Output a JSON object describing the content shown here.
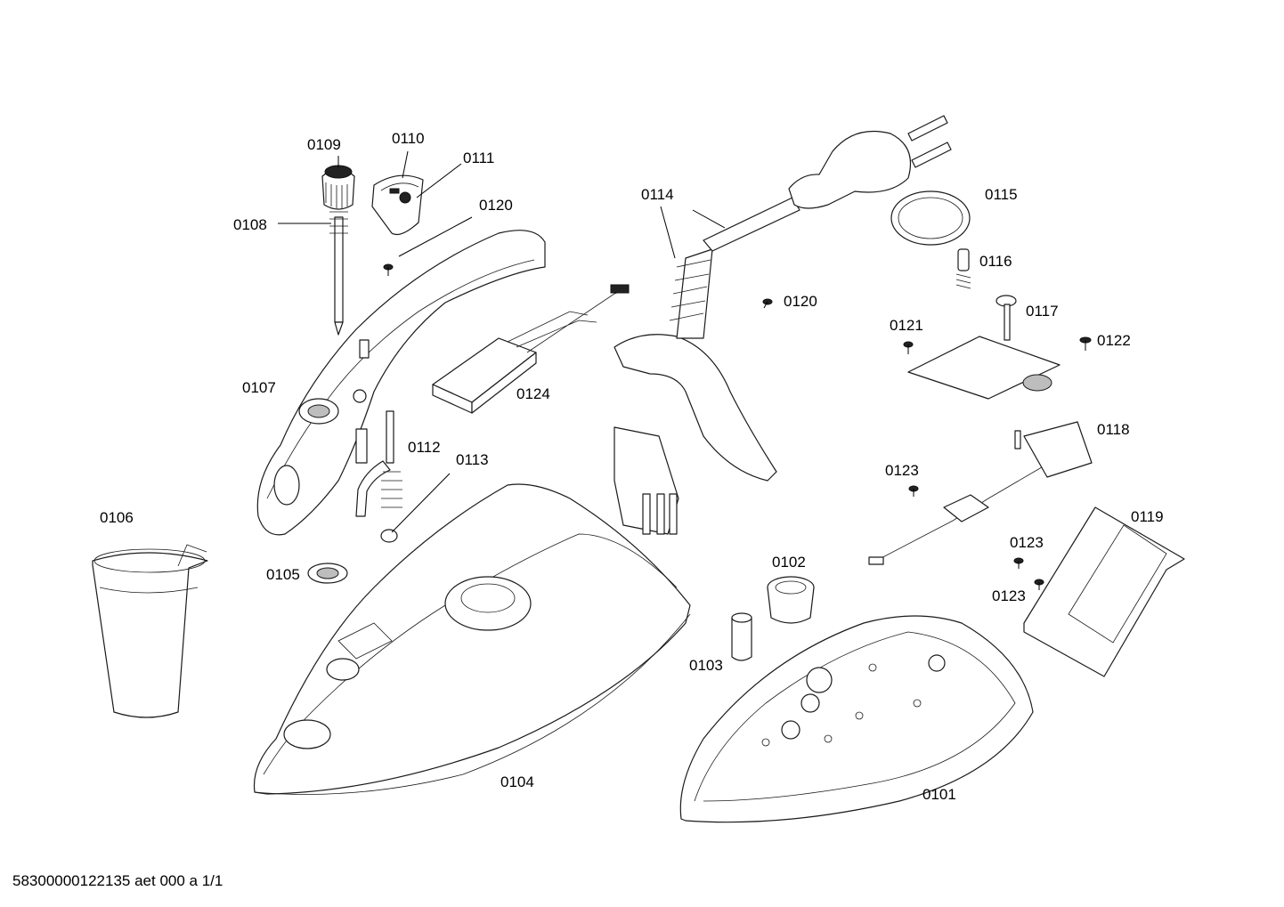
{
  "labels": {
    "p0101": "0101",
    "p0102": "0102",
    "p0103": "0103",
    "p0104": "0104",
    "p0105": "0105",
    "p0106": "0106",
    "p0107": "0107",
    "p0108": "0108",
    "p0109": "0109",
    "p0110": "0110",
    "p0111": "0111",
    "p0112": "0112",
    "p0113": "0113",
    "p0114": "0114",
    "p0115": "0115",
    "p0116": "0116",
    "p0117": "0117",
    "p0118": "0118",
    "p0119": "0119",
    "p0120a": "0120",
    "p0120b": "0120",
    "p0121": "0121",
    "p0122": "0122",
    "p0123a": "0123",
    "p0123b": "0123",
    "p0123c": "0123",
    "p0124": "0124"
  },
  "footer": "58300000122135 aet 000 a 1/1"
}
